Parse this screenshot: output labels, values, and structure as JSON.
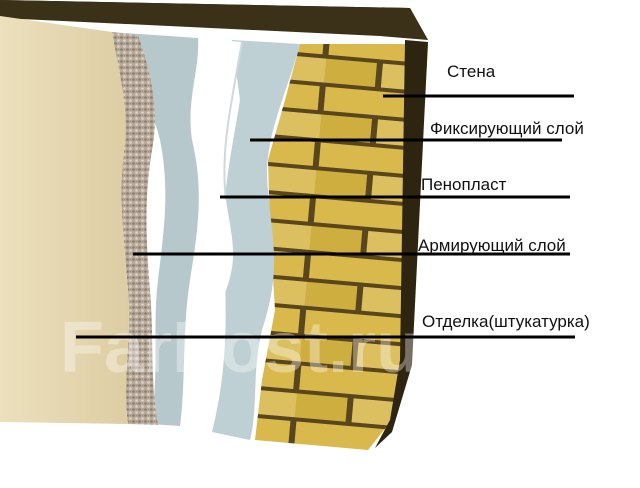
{
  "layers": [
    {
      "id": "wall",
      "label": "Стена"
    },
    {
      "id": "fixing",
      "label": "Фиксирующий слой"
    },
    {
      "id": "foam",
      "label": "Пенопласт"
    },
    {
      "id": "reinforce",
      "label": "Армирующий слой"
    },
    {
      "id": "finish",
      "label": "Отделка(штукатурка)"
    }
  ],
  "watermark": "FarPost.ru",
  "colors": {
    "plaster": "#e8d9b2",
    "mesh": "#b9ab9c",
    "adhesive": "#bfd0d4",
    "foam": "#ffffff",
    "brick": "#d8b84a",
    "mortar": "#5e4a1f",
    "leader_line": "#000000"
  }
}
